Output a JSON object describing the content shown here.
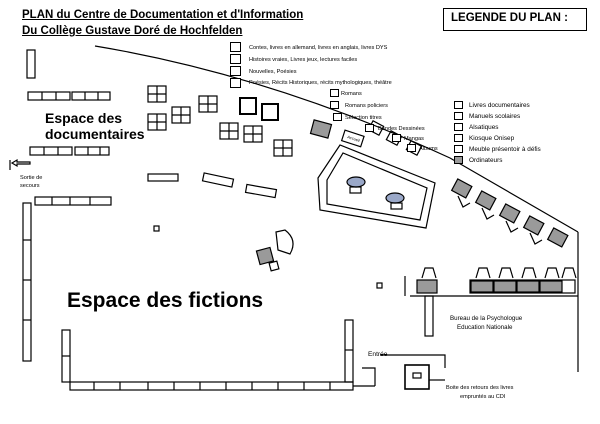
{
  "title": {
    "line1": "PLAN du Centre de Documentation et d'Information",
    "line2": "Du Collège Gustave Doré de Hochfelden"
  },
  "legend_title": "LEGENDE DU PLAN :",
  "shelf_keys": [
    "Contes, livres en allemand, livres en anglais, livres DYS",
    "Histoires vraies, Livres jeux, lectures faciles",
    "Nouvelles, Poésies",
    "Poésies, Récits Historiques, récits mythologiques, théâtre"
  ],
  "shelf_labels": {
    "romans": "Romans",
    "romans_policiers": "Romans policiers",
    "selection_titres": "Sélection titres",
    "bandes_dessinees": "Bandes Dessinées",
    "mangas": "Mangas",
    "albums": "Albums"
  },
  "legend": [
    {
      "label": "Livres documentaires",
      "style": "outline"
    },
    {
      "label": "Manuels scolaires",
      "style": "outline"
    },
    {
      "label": "Alsatiques",
      "style": "outline"
    },
    {
      "label": "Kiosque Onisep",
      "style": "outline"
    },
    {
      "label": "Meuble présentoir à défis",
      "style": "outline"
    },
    {
      "label": "Ordinateurs",
      "style": "grey"
    }
  ],
  "zones": {
    "documentaires_line1": "Espace des",
    "documentaires_line2": "documentaires",
    "fictions": "Espace des fictions"
  },
  "labels": {
    "sortie_line1": "Sortie de",
    "sortie_line2": "secours",
    "bureau_line1": "Bureau de la Psychologue",
    "bureau_line2": "Education Nationale",
    "entree": "Entrée",
    "boite_line1": "Boite des retours des livres",
    "boite_line2": "empruntés au CDI",
    "desk_label": "Accueil"
  },
  "colors": {
    "computer": "#9a9a9a",
    "monitor": "#9aa8c8",
    "line": "#000000"
  }
}
